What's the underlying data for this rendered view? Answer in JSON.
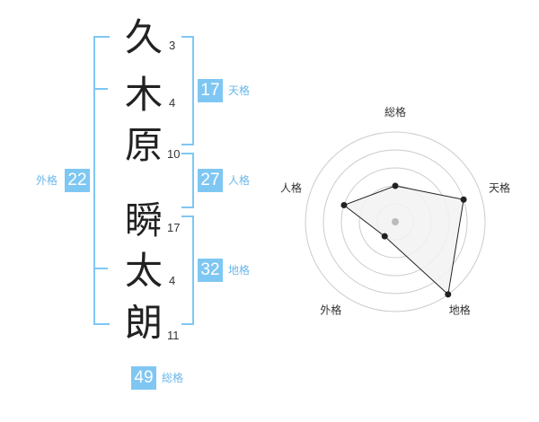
{
  "name": {
    "chars": [
      {
        "kanji": "久",
        "strokes": "3"
      },
      {
        "kanji": "木",
        "strokes": "4"
      },
      {
        "kanji": "原",
        "strokes": "10"
      },
      {
        "kanji": "瞬",
        "strokes": "17"
      },
      {
        "kanji": "太",
        "strokes": "4"
      },
      {
        "kanji": "朗",
        "strokes": "11"
      }
    ]
  },
  "kaku": {
    "tenkaku": {
      "label": "天格",
      "value": "17"
    },
    "jinkaku": {
      "label": "人格",
      "value": "27"
    },
    "chikaku": {
      "label": "地格",
      "value": "32"
    },
    "gaikaku": {
      "label": "外格",
      "value": "22"
    },
    "soukaku": {
      "label": "総格",
      "value": "49"
    }
  },
  "chart_data": {
    "type": "radar",
    "axes": [
      "総格",
      "天格",
      "地格",
      "外格",
      "人格"
    ],
    "values": [
      2,
      4,
      5,
      1,
      3
    ],
    "max": 5,
    "rings": 5,
    "colors": {
      "fill": "#f2f2f2",
      "line": "#222222",
      "ring": "#cccccc",
      "center": "#bbbbbb"
    }
  }
}
